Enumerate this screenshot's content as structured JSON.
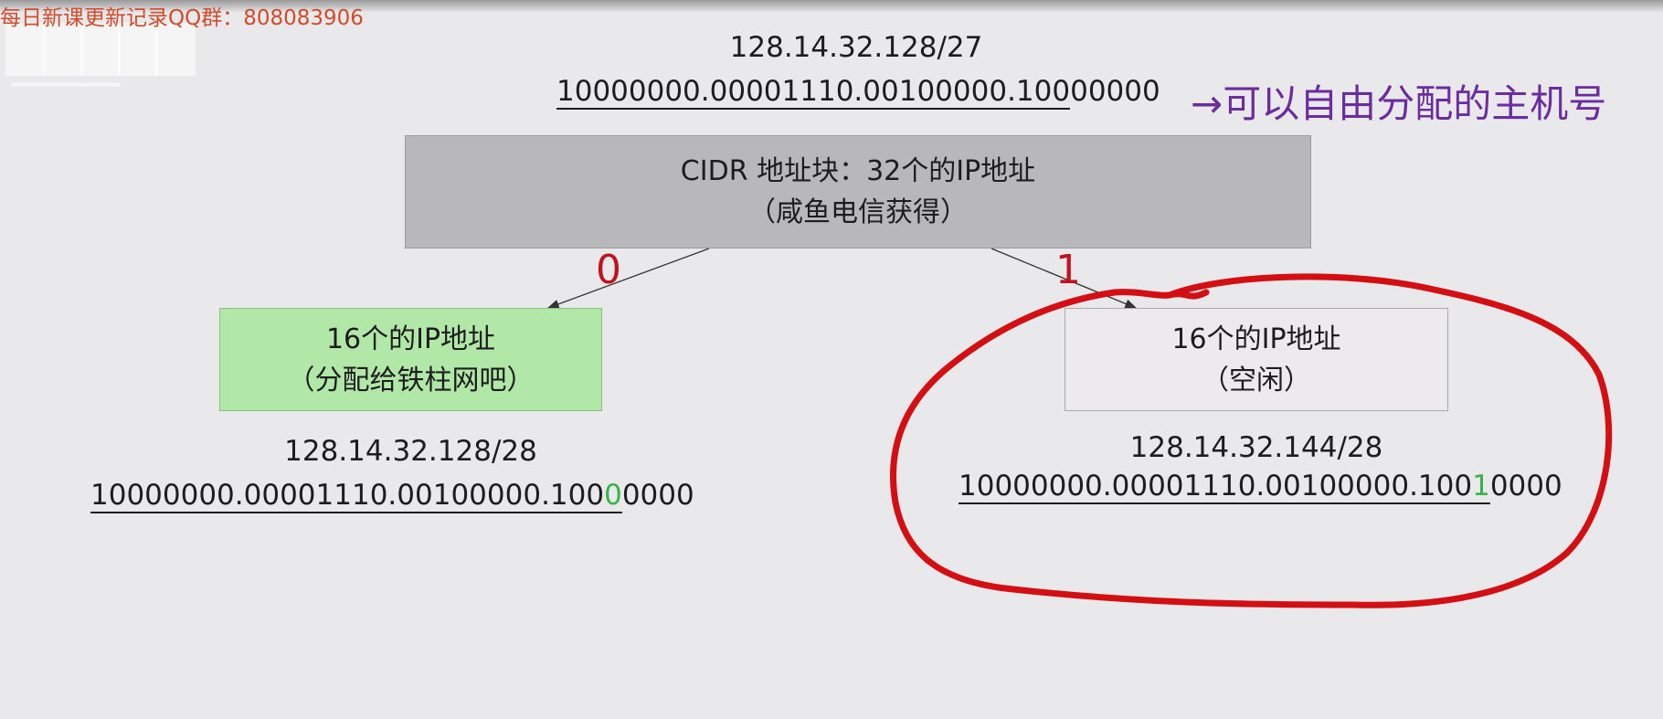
{
  "watermark": {
    "text": "每日新课更新记录QQ群：808083906"
  },
  "top": {
    "cidr": "128.14.32.128/27",
    "binary_prefix": "10000000.00001110.00100000.100",
    "binary_suffix": "00000",
    "note": "→可以自由分配的主机号"
  },
  "root_box": {
    "line1": "CIDR 地址块：32个的IP地址",
    "line2": "（咸鱼电信获得）"
  },
  "edges": {
    "left_label": "0",
    "right_label": "1"
  },
  "left_box": {
    "line1": "16个的IP地址",
    "line2": "（分配给铁柱网吧）"
  },
  "right_box": {
    "line1": "16个的IP地址",
    "line2": "（空闲）"
  },
  "left_addr": {
    "cidr": "128.14.32.128/28",
    "binary_prefix": "10000000.00001110.00100000.100",
    "binary_bit": "0",
    "binary_suffix": "0000"
  },
  "right_addr": {
    "cidr": "128.14.32.144/28",
    "binary_prefix": "10000000.00001110.00100000.100",
    "binary_bit": "1",
    "binary_suffix": "0000"
  },
  "colors": {
    "root_box": "#b8b7b9",
    "left_box": "#b1e8a8",
    "edge_label": "#c0121f",
    "note": "#6a2c9e",
    "highlight_bit": "#37b34a",
    "circle": "#d40f14"
  }
}
